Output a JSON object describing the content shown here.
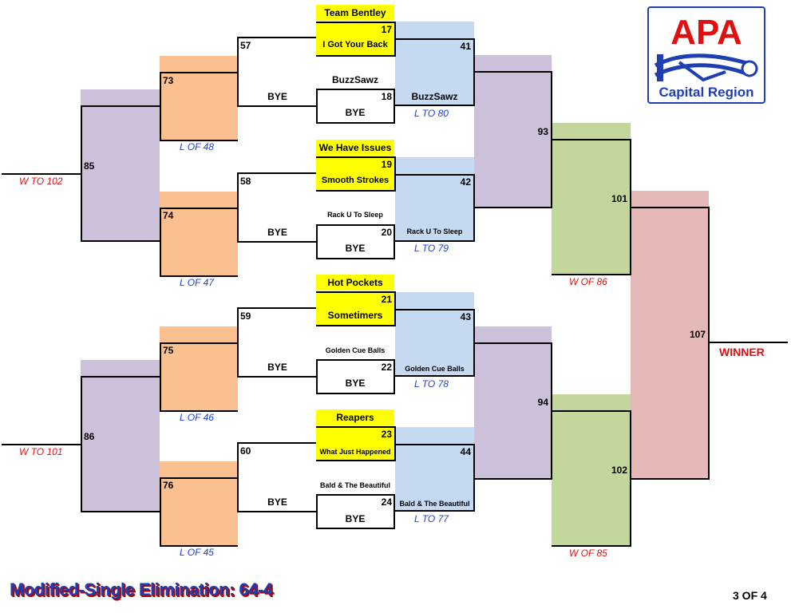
{
  "logo": {
    "text": "APA",
    "subtitle": "Capital Region"
  },
  "footer": {
    "title": "Modified-Single Elimination: 64-4",
    "page": "3 OF 4"
  },
  "winner_label": "WINNER",
  "games": {
    "g17": "17",
    "g18": "18",
    "g19": "19",
    "g20": "20",
    "g21": "21",
    "g22": "22",
    "g23": "23",
    "g24": "24",
    "g41": "41",
    "g42": "42",
    "g43": "43",
    "g44": "44",
    "g57": "57",
    "g58": "58",
    "g59": "59",
    "g60": "60",
    "g73": "73",
    "g74": "74",
    "g75": "75",
    "g76": "76",
    "g85": "85",
    "g86": "86",
    "g93": "93",
    "g94": "94",
    "g101": "101",
    "g102": "102",
    "g107": "107"
  },
  "teams": {
    "t17a": "Team Bentley",
    "t17b": "I Got Your Back",
    "t18a": "BuzzSawz",
    "t18b": "BYE",
    "w41b": "BuzzSawz",
    "t19a": "We Have Issues",
    "t19b": "Smooth Strokes",
    "t20a": "Rack U To Sleep",
    "t20b": "BYE",
    "w42b": "Rack U To Sleep",
    "t21a": "Hot Pockets",
    "t21b": "Sometimers",
    "t22a": "Golden Cue Balls",
    "t22b": "BYE",
    "w43b": "Golden Cue Balls",
    "t23a": "Reapers",
    "t23b": "What Just Happened",
    "t24a": "Bald & The Beautiful",
    "t24b": "BYE",
    "w44b": "Bald & The Beautiful"
  },
  "byes": {
    "b57": "BYE",
    "b58": "BYE",
    "b59": "BYE",
    "b60": "BYE"
  },
  "labels": {
    "l41": "L TO 80",
    "l42": "L TO 79",
    "l43": "L TO 78",
    "l44": "L TO 77",
    "l73": "L OF 48",
    "l74": "L OF 47",
    "l75": "L OF 46",
    "l76": "L OF 45",
    "w85": "W TO 102",
    "w86": "W TO 101",
    "w101": "W OF 86",
    "w102": "W OF 85"
  },
  "colors": {
    "yellow": "#ffff00",
    "blue": "#c5d9f1",
    "purple": "#ccc0da",
    "orange": "#fac090",
    "green": "#c3d69b",
    "pink": "#e6b9b8",
    "apa_red": "#e01010",
    "apa_blue": "#1f3fb0"
  }
}
